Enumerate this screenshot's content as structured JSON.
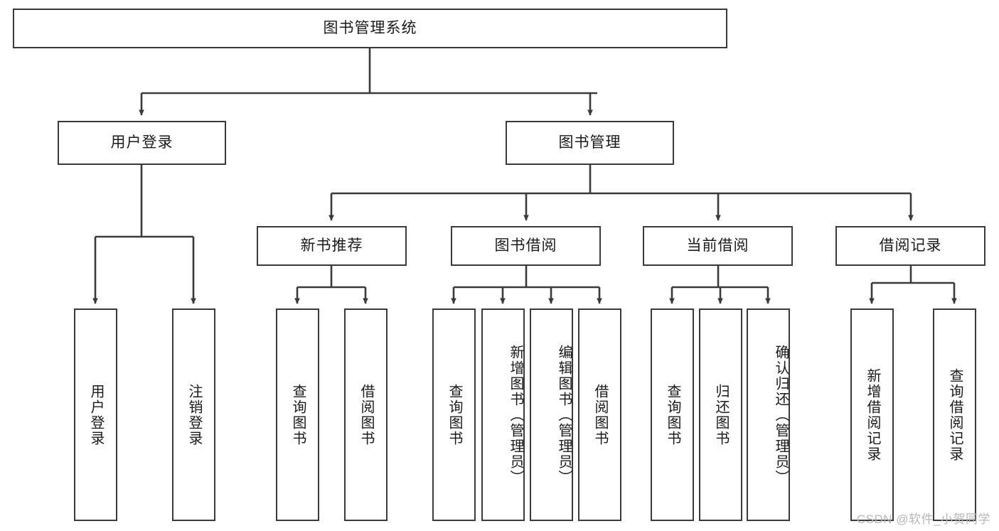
{
  "diagram": {
    "title_node": {
      "id": "root",
      "label": "图书管理系统"
    },
    "level1": [
      {
        "id": "login",
        "label": "用户登录"
      },
      {
        "id": "bookmgmt",
        "label": "图书管理"
      }
    ],
    "level2": [
      {
        "id": "newbook",
        "label": "新书推荐"
      },
      {
        "id": "borrow",
        "label": "图书借阅"
      },
      {
        "id": "current",
        "label": "当前借阅"
      },
      {
        "id": "records",
        "label": "借阅记录"
      }
    ],
    "leaves": {
      "login": [
        {
          "id": "leaf-user-login",
          "label": "用户登录"
        },
        {
          "id": "leaf-logout",
          "label": "注销登录"
        }
      ],
      "newbook": [
        {
          "id": "leaf-query-book-1",
          "label": "查询图书"
        },
        {
          "id": "leaf-borrow-book-1",
          "label": "借阅图书"
        }
      ],
      "borrow": [
        {
          "id": "leaf-query-book-2",
          "label": "查询图书"
        },
        {
          "id": "leaf-add-book",
          "label": "新增图书（管理员）"
        },
        {
          "id": "leaf-edit-book",
          "label": "编辑图书（管理员）"
        },
        {
          "id": "leaf-borrow-book-2",
          "label": "借阅图书"
        }
      ],
      "current": [
        {
          "id": "leaf-query-book-3",
          "label": "查询图书"
        },
        {
          "id": "leaf-return-book",
          "label": "归还图书"
        },
        {
          "id": "leaf-confirm-return",
          "label": "确认归还（管理员）"
        }
      ],
      "records": [
        {
          "id": "leaf-add-record",
          "label": "新增借阅记录"
        },
        {
          "id": "leaf-query-record",
          "label": "查询借阅记录"
        }
      ]
    }
  },
  "watermark": {
    "text": "CSDN @软件_小贺同学"
  },
  "colors": {
    "stroke": "#3a3a3a",
    "background": "#ffffff",
    "text": "#1a1a1a",
    "watermark": "#b6b6b6"
  }
}
